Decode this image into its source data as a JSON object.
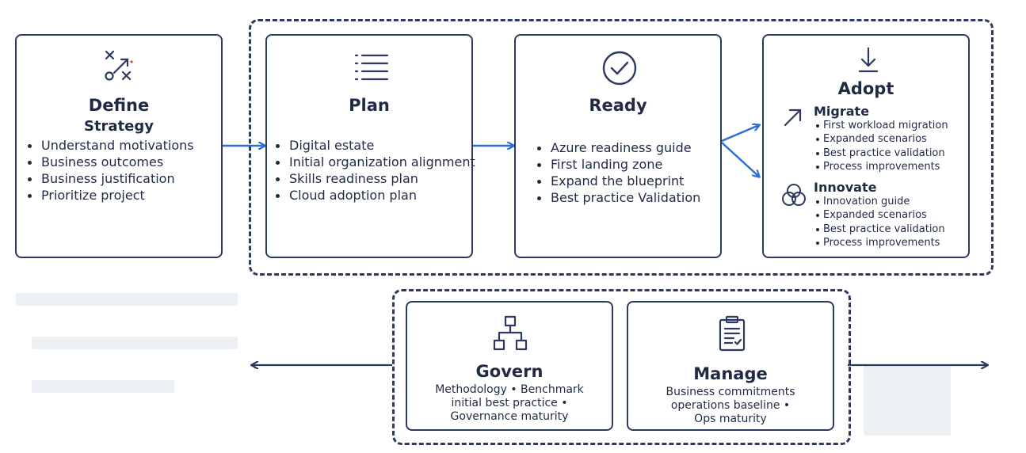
{
  "define": {
    "title": "Define",
    "subtitle": "Strategy",
    "items": [
      "Understand motivations",
      "Business outcomes",
      "Business justification",
      "Prioritize project"
    ]
  },
  "plan": {
    "title": "Plan",
    "items": [
      "Digital estate",
      "Initial organization alignment",
      "Skills readiness plan",
      "Cloud adoption plan"
    ]
  },
  "ready": {
    "title": "Ready",
    "items": [
      "Azure readiness guide",
      "First landing zone",
      "Expand the blueprint",
      "Best practice Validation"
    ]
  },
  "adopt": {
    "title": "Adopt",
    "migrate": {
      "title": "Migrate",
      "items": [
        "First workload migration",
        "Expanded scenarios",
        "Best practice validation",
        "Process improvements"
      ]
    },
    "innovate": {
      "title": "Innovate",
      "items": [
        "Innovation guide",
        "Expanded scenarios",
        "Best practice validation",
        "Process improvements"
      ]
    }
  },
  "govern": {
    "title": "Govern",
    "lines": [
      "Methodology • Benchmark",
      "initial best practice •",
      "Governance maturity"
    ]
  },
  "manage": {
    "title": "Manage",
    "lines": [
      "Business commitments",
      "operations baseline •",
      "Ops maturity"
    ]
  },
  "colors": {
    "border": "#2b3a5e",
    "arrow_blue": "#2a6fd6",
    "text": "#1f2a44"
  }
}
